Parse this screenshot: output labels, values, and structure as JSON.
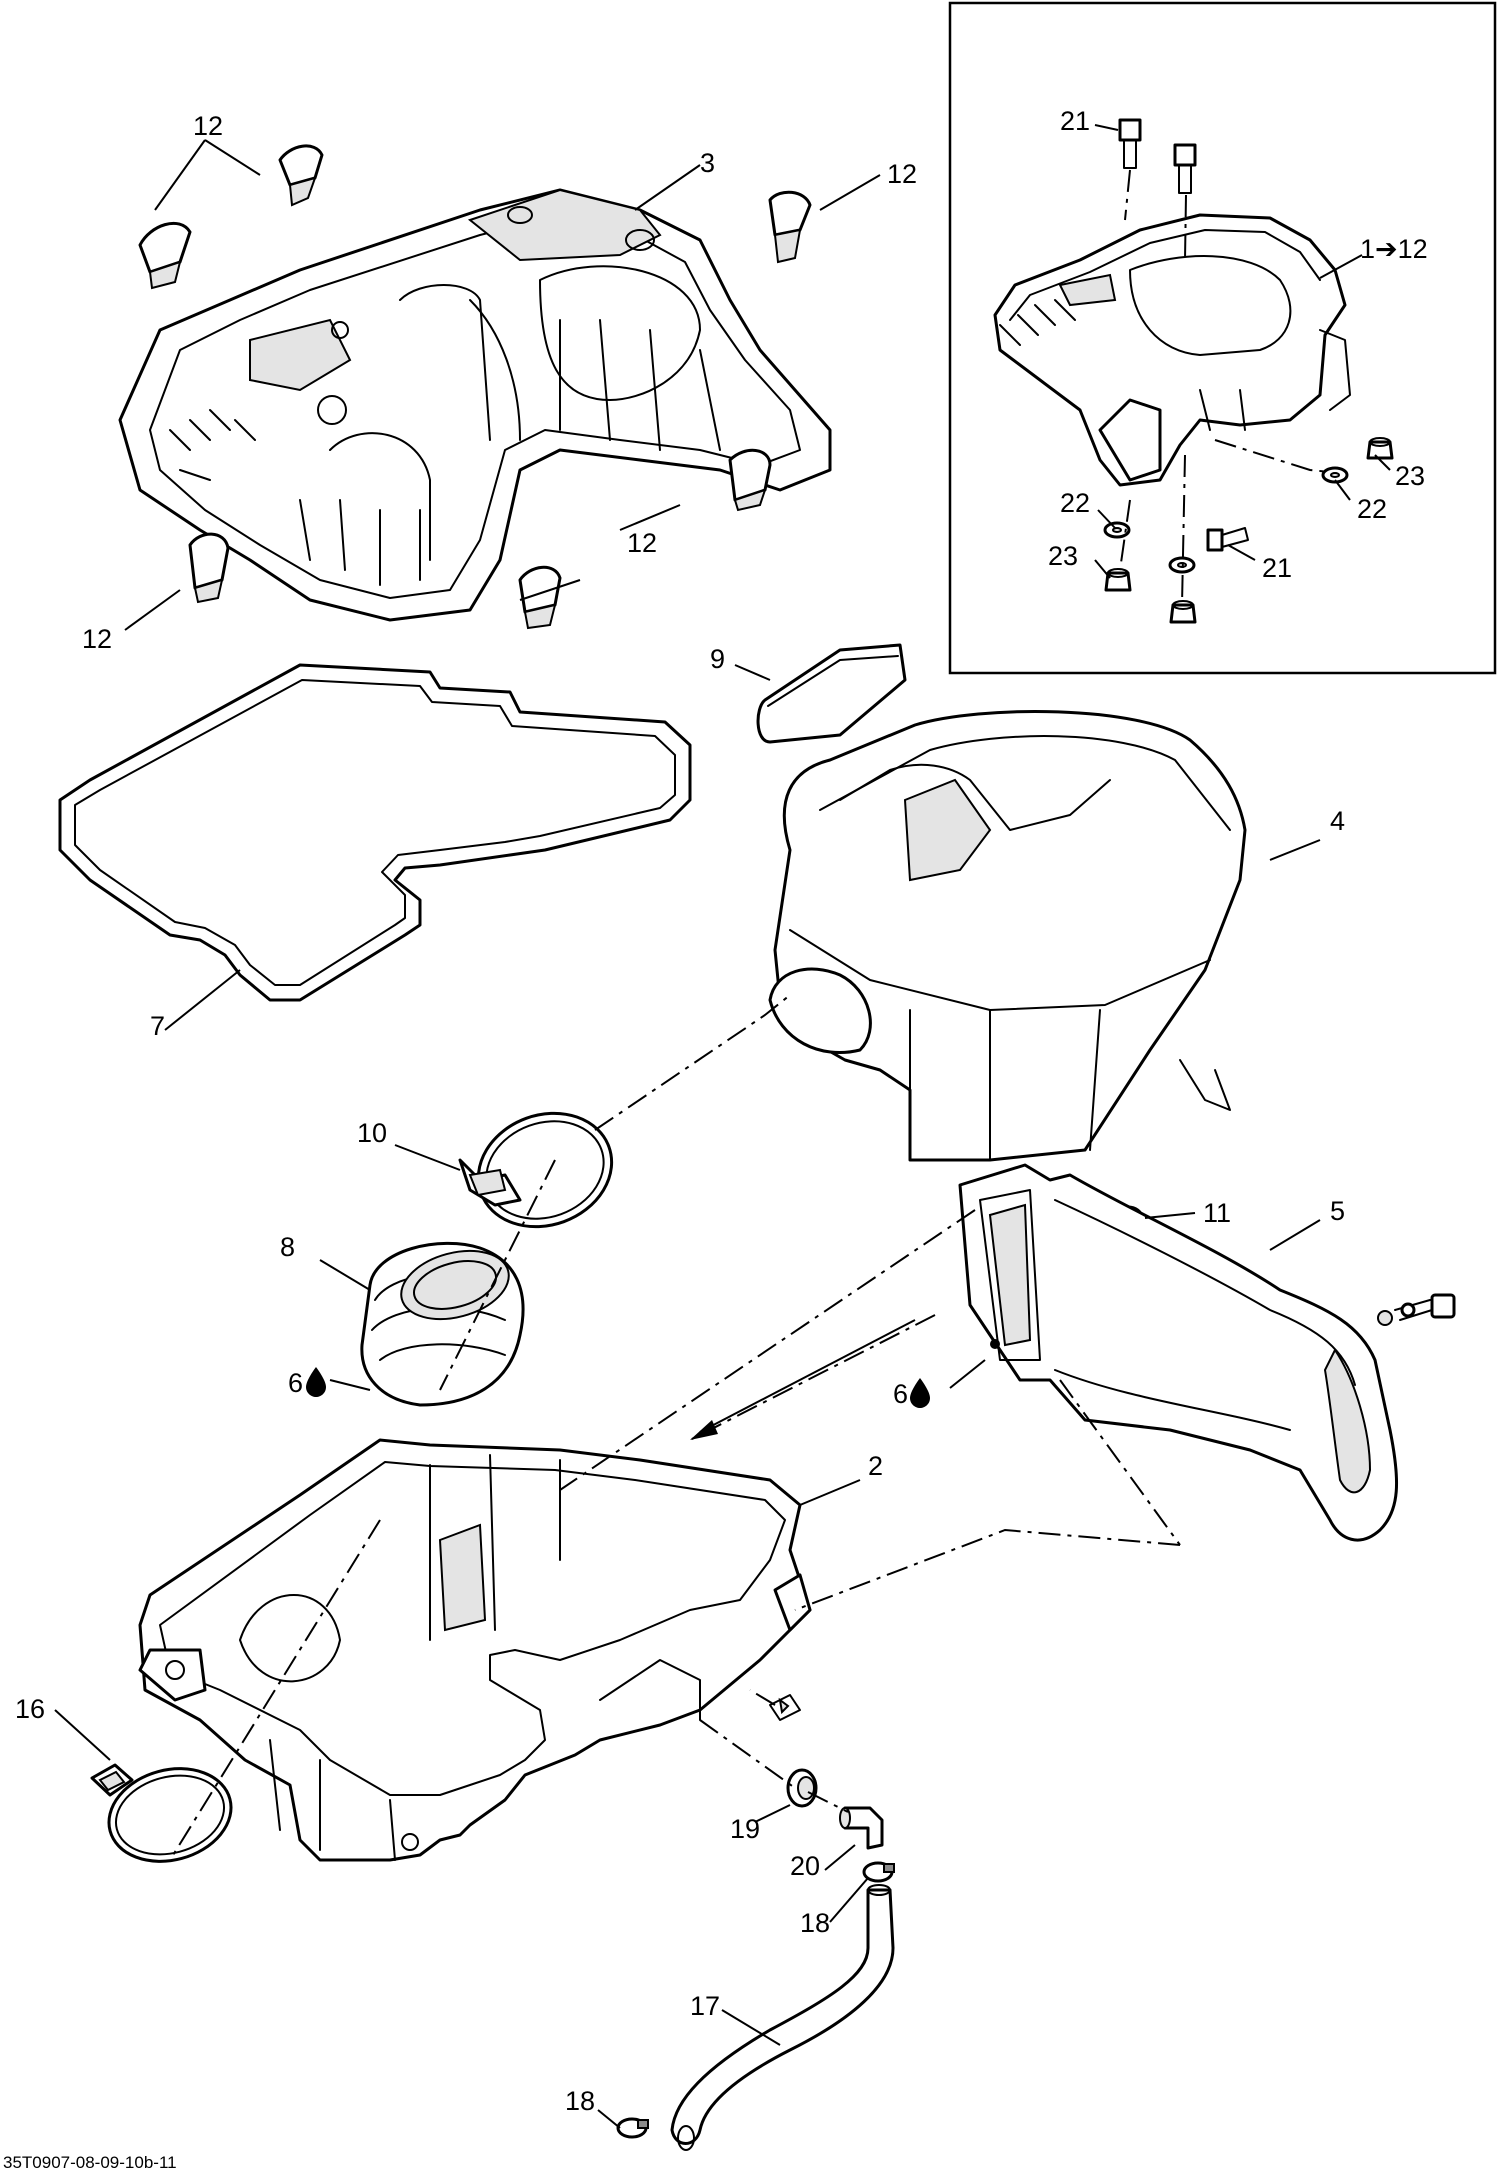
{
  "diagram": {
    "document_id": "35T0907-08-09-10b-11",
    "callouts": {
      "c12a": "12",
      "c3": "3",
      "c12b": "12",
      "c12c": "12",
      "c12d": "12",
      "c7": "7",
      "c9": "9",
      "c4": "4",
      "c10": "10",
      "c11": "11",
      "c5": "5",
      "c8": "8",
      "c6a": "6",
      "c6b": "6",
      "c2": "2",
      "c16": "16",
      "c19": "19",
      "c20": "20",
      "c18a": "18",
      "c17": "17",
      "c18b": "18",
      "c21a": "21",
      "c1to12": "1➔12",
      "c23a": "23",
      "c22a": "22",
      "c22b": "22",
      "c23b": "23",
      "c21b": "21"
    }
  }
}
